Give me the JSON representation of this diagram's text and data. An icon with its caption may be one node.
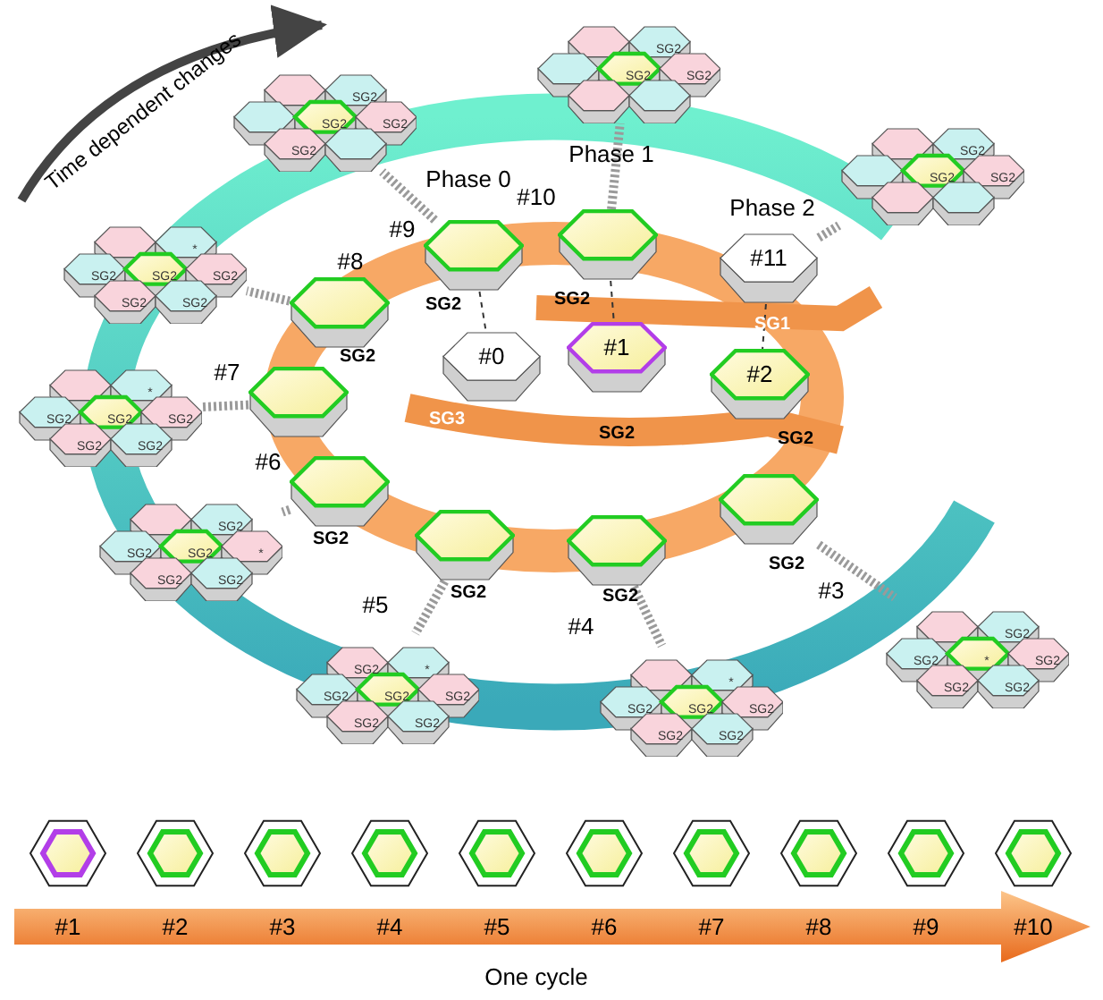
{
  "diagram": {
    "nodes": [
      {
        "text": [
          "#0"
        ]
      },
      {
        "text": [
          "#1"
        ]
      },
      {
        "text": [
          "#2"
        ]
      },
      {
        "text": [],
        "shape": "picture",
        "beside": [
          "#3"
        ]
      },
      {
        "text": [],
        "shape": "picture",
        "beside": [
          "#4"
        ]
      },
      {
        "text": [],
        "shape": "picture",
        "beside": [
          "#5"
        ]
      },
      {
        "text": [],
        "shape": "picture",
        "beside": [
          "#6"
        ]
      },
      {
        "text": [],
        "shape": "picture",
        "beside": [
          "#7"
        ]
      },
      {
        "text": [],
        "shape": "picture",
        "beside": [
          "#8"
        ]
      },
      {
        "text": [],
        "shape": "picture",
        "beside": [
          "#9"
        ]
      },
      {
        "text": [],
        "shape": "picture",
        "beside": [
          "#10"
        ]
      },
      {
        "text": [
          "#11"
        ]
      },
      {
        "text": [
          "SG2",
          "*",
          "SG2",
          "SG2",
          "SG2",
          "SG2"
        ]
      },
      {
        "text": [
          "*",
          "SG2",
          "SG2",
          "SG2",
          "SG2",
          "SG2"
        ]
      },
      {
        "text": [
          "*",
          "SG2",
          "SG2",
          "SG2",
          "SG2",
          "SG2",
          "SG2"
        ]
      },
      {
        "text": [
          "SG2",
          "SG2",
          "*",
          "SG2",
          "SG2",
          "SG2"
        ]
      },
      {
        "text": [
          "*",
          "SG2",
          "SG2",
          "SG2",
          "SG2",
          "SG2"
        ]
      },
      {
        "text": [
          "*",
          "SG2",
          "SG2",
          "SG2",
          "SG2",
          "SG2"
        ]
      },
      {
        "text": [
          "SG2",
          "SG2",
          "SG2",
          "SG2"
        ]
      },
      {
        "text": [
          "SG2",
          "SG2",
          "SG2"
        ]
      },
      {
        "text": [
          "SG2",
          "SG2",
          "SG2"
        ]
      },
      {
        "text": [],
        "shape": "picture",
        "beside": [
          "#1"
        ]
      },
      {
        "text": [],
        "shape": "picture",
        "beside": [
          "#2"
        ]
      },
      {
        "text": [],
        "shape": "picture",
        "beside": [
          "#3"
        ]
      },
      {
        "text": [],
        "shape": "picture",
        "beside": [
          "#4"
        ]
      },
      {
        "text": [],
        "shape": "picture",
        "beside": [
          "#5"
        ]
      },
      {
        "text": [],
        "shape": "picture",
        "beside": [
          "#6"
        ]
      },
      {
        "text": [],
        "shape": "picture",
        "beside": [
          "#7"
        ]
      },
      {
        "text": [],
        "shape": "picture",
        "beside": [
          "#8"
        ]
      },
      {
        "text": [],
        "shape": "picture",
        "beside": [
          "#9"
        ]
      },
      {
        "text": [],
        "shape": "picture",
        "beside": [
          "#10"
        ]
      }
    ],
    "edges": [
      {
        "from": 9,
        "to": 0,
        "arrow": "none",
        "style": "dashed",
        "color": "#333333"
      },
      {
        "from": 10,
        "to": 1,
        "arrow": "none",
        "style": "dashed",
        "color": "#333333"
      },
      {
        "from": 11,
        "to": 2,
        "arrow": "none",
        "style": "dashed",
        "color": "#333333"
      },
      {
        "from": 3,
        "to": 12,
        "arrow": "none",
        "style": "dashed"
      },
      {
        "from": 4,
        "to": 13,
        "arrow": "none",
        "style": "dashed"
      },
      {
        "from": 5,
        "to": 14,
        "arrow": "none",
        "style": "dashed"
      },
      {
        "from": 6,
        "to": 15,
        "arrow": "none",
        "style": "dashed"
      },
      {
        "from": 7,
        "to": 16,
        "arrow": "none",
        "style": "dashed"
      },
      {
        "from": 8,
        "to": 17,
        "arrow": "none",
        "style": "dashed"
      },
      {
        "from": 9,
        "to": 18,
        "arrow": "none",
        "style": "dashed"
      },
      {
        "from": 10,
        "to": 19,
        "arrow": "none",
        "style": "dashed"
      },
      {
        "from": 11,
        "to": 20,
        "arrow": "none",
        "style": "dashed"
      }
    ],
    "labels": [
      "Time dependent changes",
      "Phase 0",
      "Phase 1",
      "Phase 2",
      "SG2",
      "SG2",
      "SG1",
      "SG2",
      "SG3",
      "SG2",
      "SG2",
      "SG2",
      "SG2",
      "SG2",
      "SG2",
      "One cycle"
    ]
  }
}
